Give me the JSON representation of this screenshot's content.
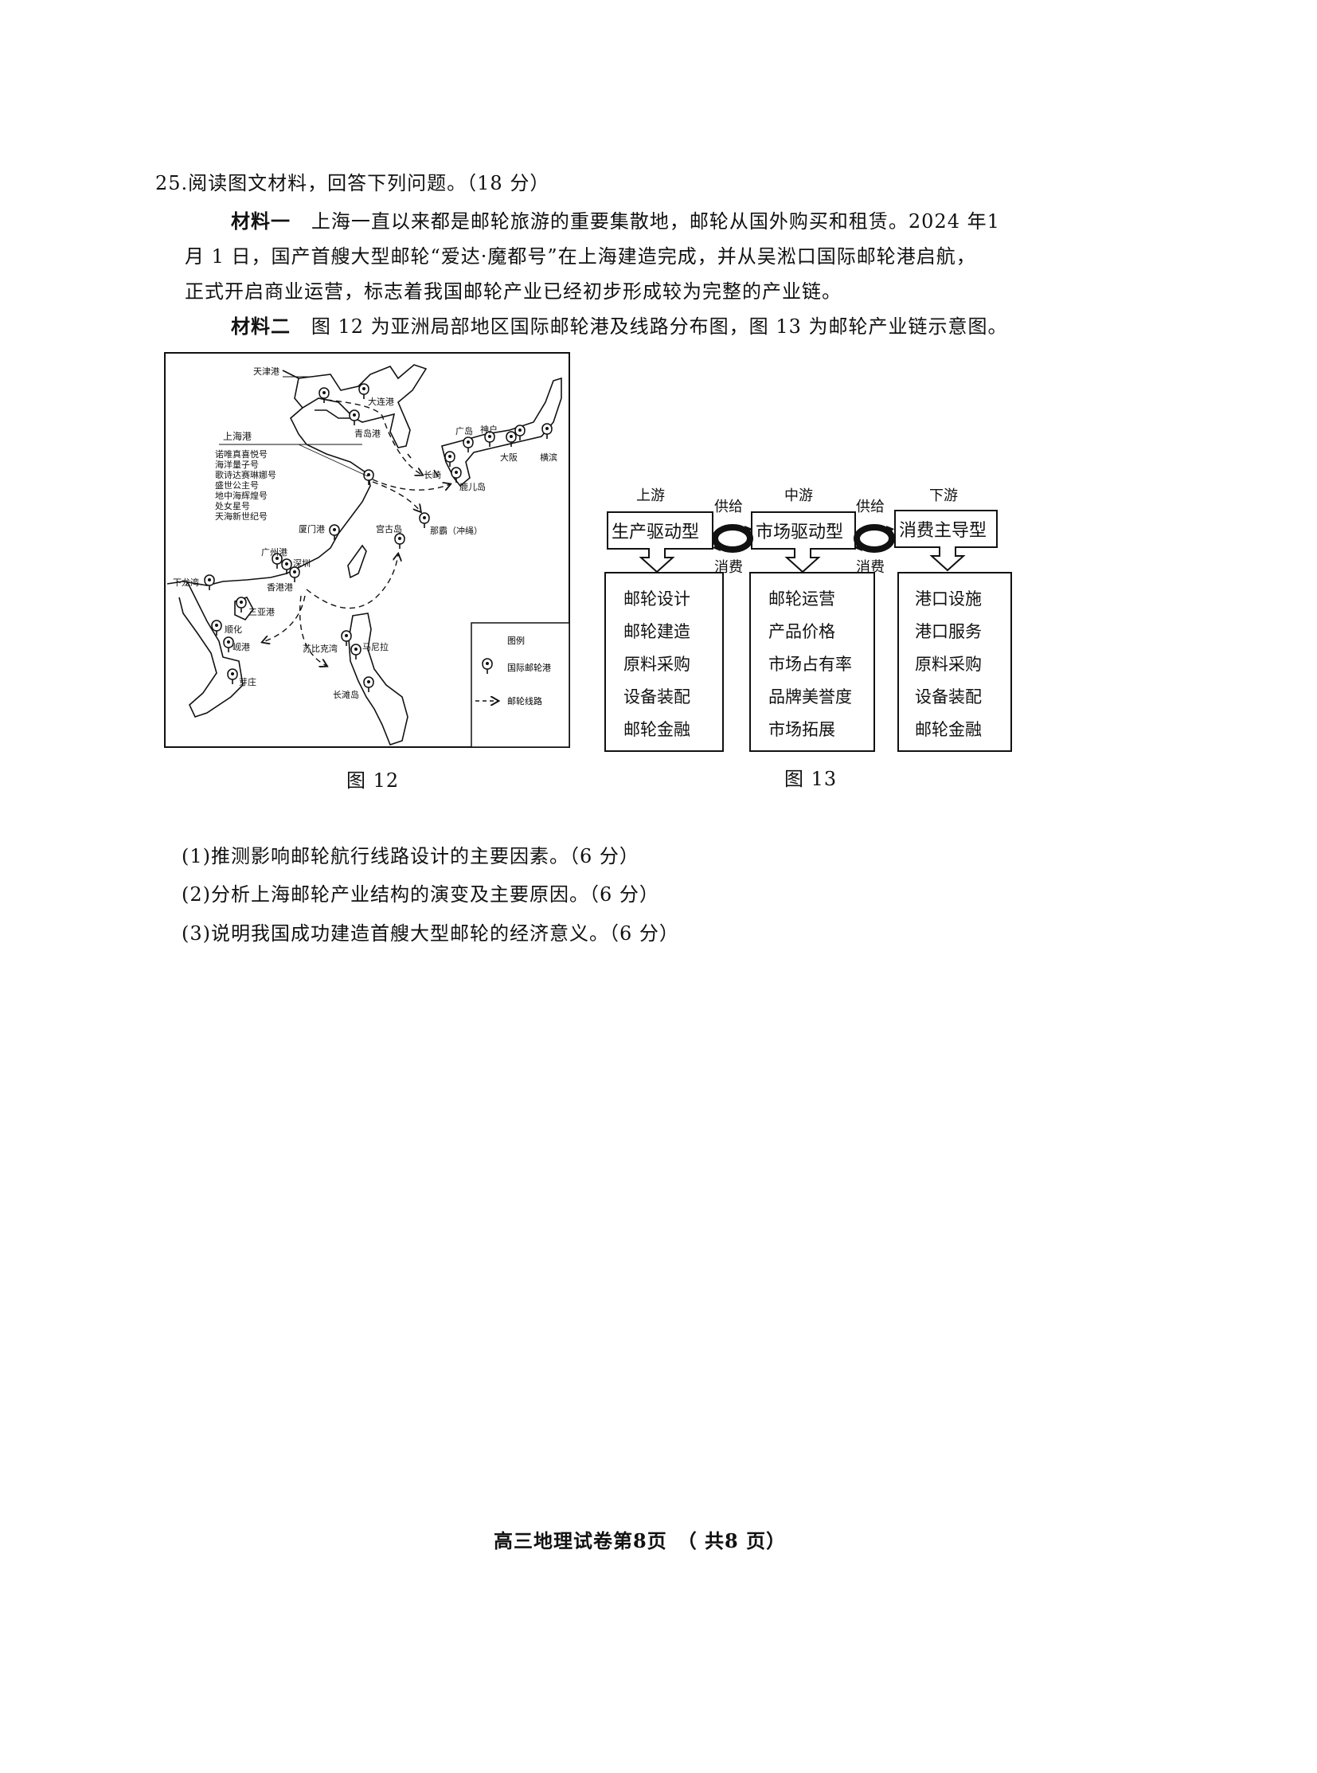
{
  "question": {
    "header": "25.阅读图文材料，回答下列问题。（18 分）",
    "material1_label": "材料一",
    "material1_lines": [
      "上海一直以来都是邮轮旅游的重要集散地，邮轮从国外购买和租赁。2024 年1",
      "月 1 日，国产首艘大型邮轮“爱达·魔都号”在上海建造完成，并从吴淞口国际邮轮港启航，",
      "正式开启商业运营，标志着我国邮轮产业已经初步形成较为完整的产业链。"
    ],
    "material2_label": "材料二",
    "material2_text": "图 12 为亚洲局部地区国际邮轮港及线路分布图，图 13 为邮轮产业链示意图。",
    "sub_questions": [
      "(1)推测影响邮轮航行线路设计的主要因素。（6 分）",
      "(2)分析上海邮轮产业结构的演变及主要原因。（6 分）",
      "(3)说明我国成功建造首艘大型邮轮的经济意义。（6 分）"
    ]
  },
  "map": {
    "caption": "图 12",
    "shanghai_label": "上海港",
    "ships": [
      "诺唯真喜悦号",
      "海洋量子号",
      "歌诗达赛琳娜号",
      "盛世公主号",
      "地中海辉煌号",
      "处女星号",
      "天海新世纪号"
    ],
    "ports": [
      "天津港",
      "大连港",
      "青岛港",
      "广岛",
      "神户",
      "大阪",
      "横滨",
      "长崎",
      "鹿儿岛",
      "那霸（冲绳）",
      "宫古岛",
      "厦门港",
      "广州港",
      "深圳",
      "香港港",
      "下龙湾",
      "三亚港",
      "顺化",
      "岘港",
      "芽庄",
      "苏比克湾",
      "马尼拉",
      "长滩岛"
    ],
    "legend": {
      "title": "图例",
      "port": "国际邮轮港",
      "route": "邮轮线路"
    }
  },
  "chain": {
    "caption": "图 13",
    "stages": [
      {
        "position": "上游",
        "type": "生产驱动型",
        "items": [
          "邮轮设计",
          "邮轮建造",
          "原料采购",
          "设备装配",
          "邮轮金融"
        ]
      },
      {
        "position": "中游",
        "type": "市场驱动型",
        "items": [
          "邮轮运营",
          "产品价格",
          "市场占有率",
          "品牌美誉度",
          "市场拓展"
        ]
      },
      {
        "position": "下游",
        "type": "消费主导型",
        "items": [
          "港口设施",
          "港口服务",
          "原料采购",
          "设备装配",
          "邮轮金融"
        ]
      }
    ],
    "supply": "供给",
    "consume": "消费"
  },
  "footer": "高三地理试卷第8页　（ 共8 页）"
}
